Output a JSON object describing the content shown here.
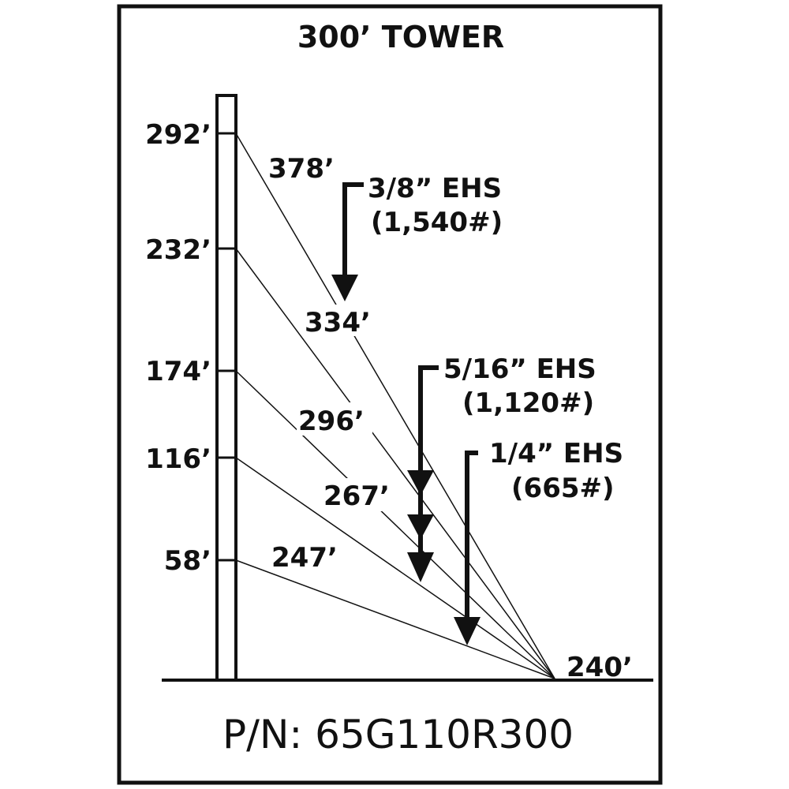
{
  "title": "300’ TOWER",
  "part_number": "P/N: 65G110R300",
  "anchor_distance": "240’",
  "attachment_heights": [
    "292’",
    "232’",
    "174’",
    "116’",
    "58’"
  ],
  "guy_lengths": [
    "378’",
    "334’",
    "296’",
    "267’",
    "247’"
  ],
  "cables": [
    {
      "size": "3/8” EHS",
      "load": "(1,540#)"
    },
    {
      "size": "5/16” EHS",
      "load": "(1,120#)"
    },
    {
      "size": "1/4” EHS",
      "load": "(665#)"
    }
  ],
  "colors": {
    "ink": "#111111",
    "background": "#ffffff"
  }
}
